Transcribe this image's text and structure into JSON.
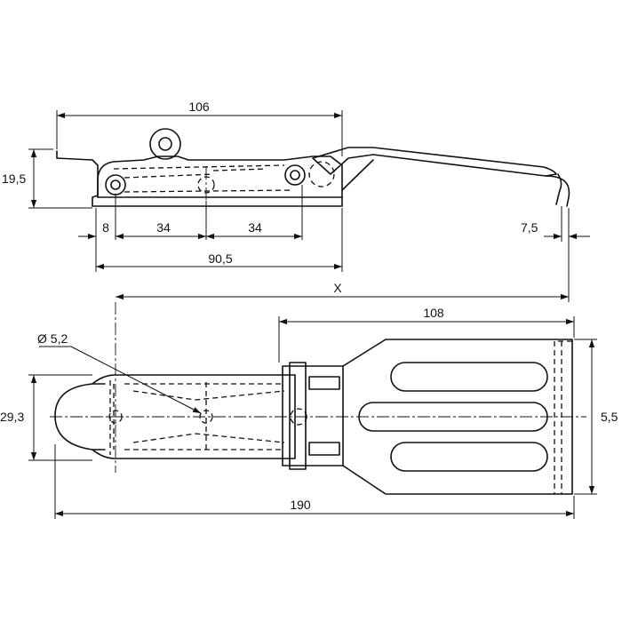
{
  "dimensions": {
    "top_width": "106",
    "height_left": "19,5",
    "offset_8": "8",
    "spacing_34_a": "34",
    "spacing_34_b": "34",
    "length_90_5": "90,5",
    "hook_7_5": "7,5",
    "x_label": "X",
    "plate_108": "108",
    "hole_diameter": "Ø 5,2",
    "width_29_3": "29,3",
    "height_5_5": "5,5",
    "overall_190": "190"
  }
}
